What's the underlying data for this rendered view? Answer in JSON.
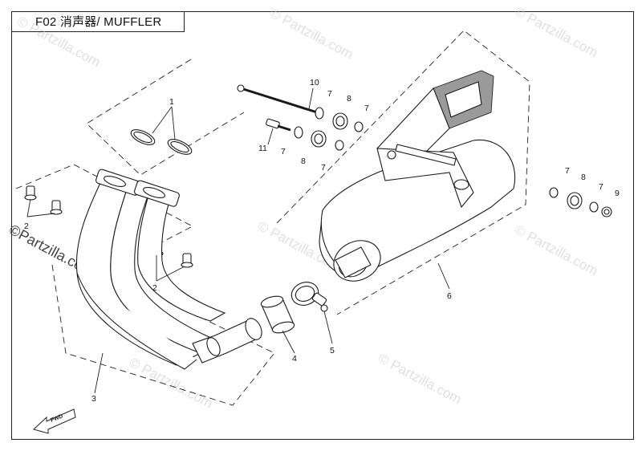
{
  "title": "F02 消声器/ MUFFLER",
  "watermark": {
    "text": "© Partzilla.com",
    "side_text": "©Partzilla.com"
  },
  "fwd_label": "FWD",
  "callouts": [
    "1",
    "2",
    "3",
    "4",
    "5",
    "6",
    "7",
    "8",
    "9",
    "10",
    "11"
  ]
}
